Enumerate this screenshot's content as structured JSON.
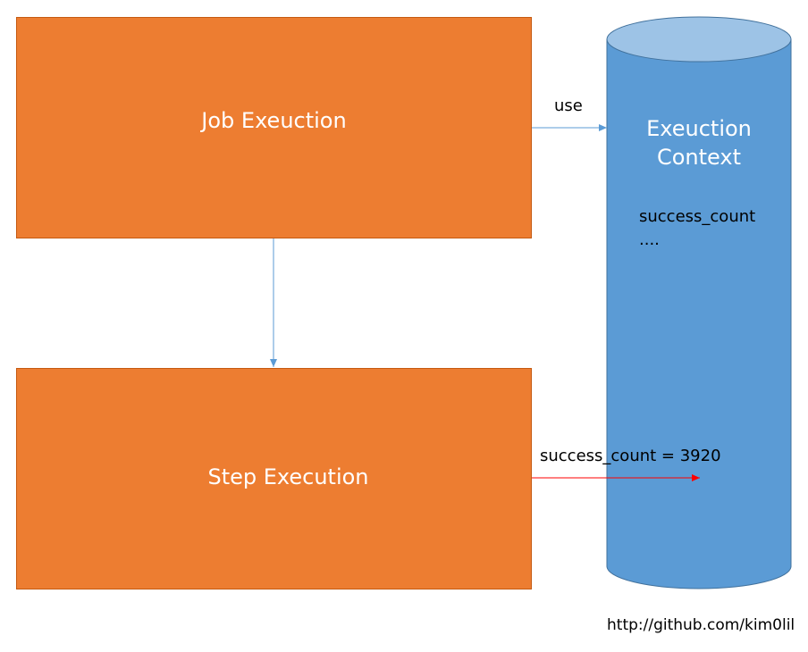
{
  "nodes": {
    "job_execution": "Job Exeuction",
    "step_execution": "Step Execution",
    "execution_context": {
      "title_line1": "Exeuction",
      "title_line2": "Context",
      "key": "success_count",
      "more": "...."
    }
  },
  "edges": {
    "use": "use",
    "update": "success_count = 3920"
  },
  "footer": {
    "url": "http://github.com/kim0lil"
  },
  "colors": {
    "box_fill": "#ED7D31",
    "cylinder_fill": "#5B9BD5",
    "cylinder_top": "#9DC3E6",
    "arrow_blue": "#5B9BD5",
    "arrow_red": "#FF0000"
  }
}
